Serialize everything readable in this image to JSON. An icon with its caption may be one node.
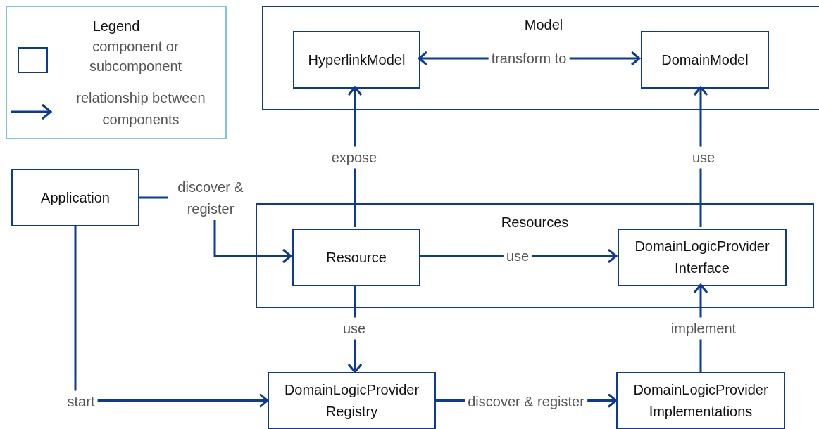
{
  "diagram": {
    "nodes": [
      {
        "text": [
          "Model"
        ]
      },
      {
        "text": [
          "HyperlinkModel"
        ],
        "in": 0
      },
      {
        "text": [
          "DomainModel"
        ],
        "in": 0
      },
      {
        "text": [
          "Application"
        ]
      },
      {
        "text": [
          "Resources"
        ]
      },
      {
        "text": [
          "Resource"
        ],
        "in": 4
      },
      {
        "text": [
          "DomainLogicProvider Interface"
        ],
        "in": 4
      },
      {
        "text": [
          "DomainLogicProvider Registry"
        ]
      },
      {
        "text": [
          "DomainLogicProvider Implementations"
        ]
      }
    ],
    "edges": [
      {
        "from": 1,
        "to": 2,
        "arrow": "both",
        "label": "transform to"
      },
      {
        "from": 5,
        "to": 1,
        "arrow": "to",
        "label": "expose"
      },
      {
        "from": 6,
        "to": 2,
        "arrow": "to",
        "label": "use"
      },
      {
        "from": 3,
        "to": 5,
        "arrow": "to",
        "label": "discover & register"
      },
      {
        "from": 5,
        "to": 6,
        "arrow": "to",
        "label": "use"
      },
      {
        "from": 5,
        "to": 7,
        "arrow": "to",
        "label": "use"
      },
      {
        "from": 8,
        "to": 6,
        "arrow": "to",
        "label": "implement"
      },
      {
        "from": 3,
        "to": 7,
        "arrow": "to",
        "label": "start"
      },
      {
        "from": 7,
        "to": 8,
        "arrow": "to",
        "label": "discover & register"
      }
    ],
    "labels": [
      "Legend"
    ],
    "legend": [
      {
        "text": "component or subcomponent"
      },
      {
        "text": "relationship between components"
      }
    ]
  }
}
